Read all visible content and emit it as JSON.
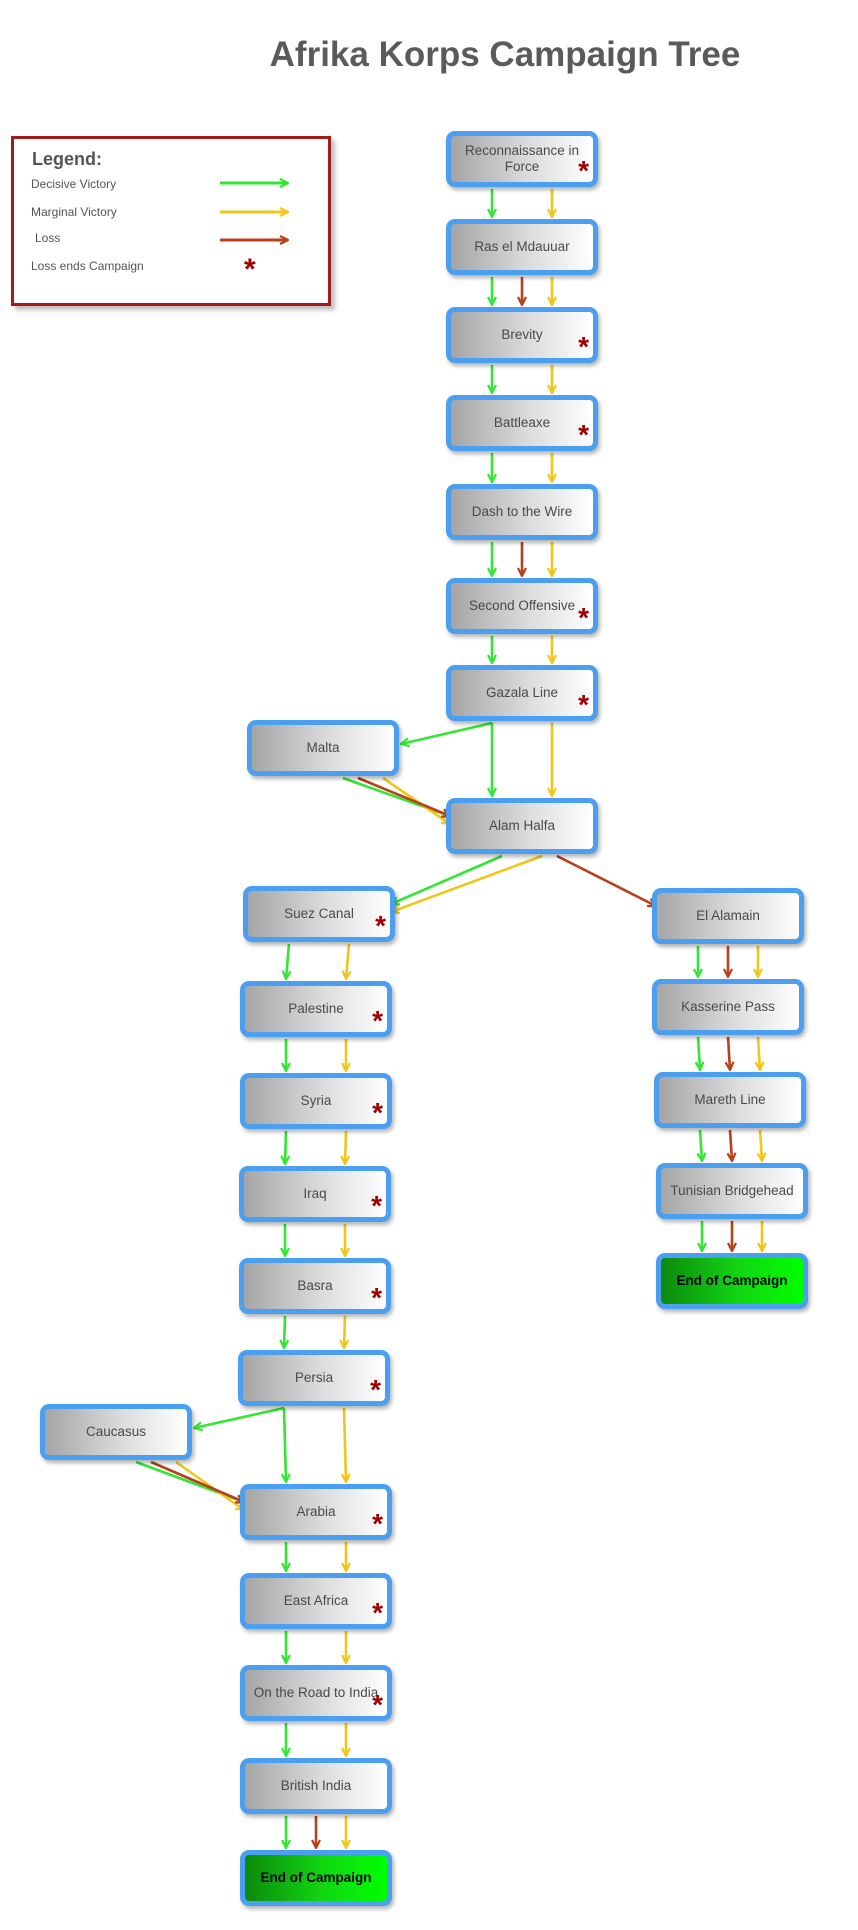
{
  "title": "Afrika Korps Campaign Tree",
  "legend": {
    "title": "Legend:",
    "decisive": "Decisive Victory",
    "marginal": "Marginal Victory",
    "loss": "Loss",
    "loss_ends": "Loss ends Campaign",
    "star": "*"
  },
  "colors": {
    "decisive": "#33e633",
    "marginal": "#f2c618",
    "loss": "#b8401a",
    "node_border": "#4a9ff0",
    "end_fill": "#00dd00",
    "star": "#a00000"
  },
  "nodes": {
    "recon": {
      "label": "Reconnaissance in Force",
      "star": "*"
    },
    "ras": {
      "label": "Ras el Mdauuar",
      "star": ""
    },
    "brevity": {
      "label": "Brevity",
      "star": "*"
    },
    "battleaxe": {
      "label": "Battleaxe",
      "star": "*"
    },
    "dash": {
      "label": "Dash to the Wire",
      "star": ""
    },
    "second": {
      "label": "Second Offensive",
      "star": "*"
    },
    "gazala": {
      "label": "Gazala Line",
      "star": "*"
    },
    "malta": {
      "label": "Malta",
      "star": ""
    },
    "alam": {
      "label": "Alam Halfa",
      "star": ""
    },
    "suez": {
      "label": "Suez Canal",
      "star": "*"
    },
    "elalamain": {
      "label": "El Alamain",
      "star": ""
    },
    "palestine": {
      "label": "Palestine",
      "star": "*"
    },
    "kasserine": {
      "label": "Kasserine Pass",
      "star": ""
    },
    "syria": {
      "label": "Syria",
      "star": "*"
    },
    "mareth": {
      "label": "Mareth Line",
      "star": ""
    },
    "iraq": {
      "label": "Iraq",
      "star": "*"
    },
    "tunisian": {
      "label": "Tunisian Bridgehead",
      "star": ""
    },
    "end1": {
      "label": "End of Campaign",
      "star": ""
    },
    "basra": {
      "label": "Basra",
      "star": "*"
    },
    "persia": {
      "label": "Persia",
      "star": "*"
    },
    "caucasus": {
      "label": "Caucasus",
      "star": ""
    },
    "arabia": {
      "label": "Arabia",
      "star": "*"
    },
    "eastafrica": {
      "label": "East Africa",
      "star": "*"
    },
    "road": {
      "label": "On the Road to India",
      "star": "*"
    },
    "british": {
      "label": "British India",
      "star": ""
    },
    "end2": {
      "label": "End of Campaign",
      "star": ""
    }
  },
  "edges": [
    {
      "from": "recon",
      "to": "ras",
      "type": "decisive"
    },
    {
      "from": "recon",
      "to": "ras",
      "type": "marginal"
    },
    {
      "from": "ras",
      "to": "brevity",
      "type": "decisive"
    },
    {
      "from": "ras",
      "to": "brevity",
      "type": "loss"
    },
    {
      "from": "ras",
      "to": "brevity",
      "type": "marginal"
    },
    {
      "from": "brevity",
      "to": "battleaxe",
      "type": "decisive"
    },
    {
      "from": "brevity",
      "to": "battleaxe",
      "type": "marginal"
    },
    {
      "from": "battleaxe",
      "to": "dash",
      "type": "decisive"
    },
    {
      "from": "battleaxe",
      "to": "dash",
      "type": "marginal"
    },
    {
      "from": "dash",
      "to": "second",
      "type": "decisive"
    },
    {
      "from": "dash",
      "to": "second",
      "type": "loss"
    },
    {
      "from": "dash",
      "to": "second",
      "type": "marginal"
    },
    {
      "from": "second",
      "to": "gazala",
      "type": "decisive"
    },
    {
      "from": "second",
      "to": "gazala",
      "type": "marginal"
    },
    {
      "from": "gazala",
      "to": "malta",
      "type": "decisive"
    },
    {
      "from": "gazala",
      "to": "alam",
      "type": "decisive"
    },
    {
      "from": "gazala",
      "to": "alam",
      "type": "marginal"
    },
    {
      "from": "malta",
      "to": "alam",
      "type": "decisive"
    },
    {
      "from": "malta",
      "to": "alam",
      "type": "marginal"
    },
    {
      "from": "malta",
      "to": "alam",
      "type": "loss"
    },
    {
      "from": "alam",
      "to": "suez",
      "type": "decisive"
    },
    {
      "from": "alam",
      "to": "suez",
      "type": "marginal"
    },
    {
      "from": "alam",
      "to": "elalamain",
      "type": "loss"
    },
    {
      "from": "suez",
      "to": "palestine",
      "type": "decisive"
    },
    {
      "from": "suez",
      "to": "palestine",
      "type": "marginal"
    },
    {
      "from": "palestine",
      "to": "syria",
      "type": "decisive"
    },
    {
      "from": "palestine",
      "to": "syria",
      "type": "marginal"
    },
    {
      "from": "syria",
      "to": "iraq",
      "type": "decisive"
    },
    {
      "from": "syria",
      "to": "iraq",
      "type": "marginal"
    },
    {
      "from": "iraq",
      "to": "basra",
      "type": "decisive"
    },
    {
      "from": "iraq",
      "to": "basra",
      "type": "marginal"
    },
    {
      "from": "basra",
      "to": "persia",
      "type": "decisive"
    },
    {
      "from": "basra",
      "to": "persia",
      "type": "marginal"
    },
    {
      "from": "persia",
      "to": "caucasus",
      "type": "decisive"
    },
    {
      "from": "persia",
      "to": "arabia",
      "type": "decisive"
    },
    {
      "from": "persia",
      "to": "arabia",
      "type": "marginal"
    },
    {
      "from": "caucasus",
      "to": "arabia",
      "type": "decisive"
    },
    {
      "from": "caucasus",
      "to": "arabia",
      "type": "marginal"
    },
    {
      "from": "caucasus",
      "to": "arabia",
      "type": "loss"
    },
    {
      "from": "arabia",
      "to": "eastafrica",
      "type": "decisive"
    },
    {
      "from": "arabia",
      "to": "eastafrica",
      "type": "marginal"
    },
    {
      "from": "eastafrica",
      "to": "road",
      "type": "decisive"
    },
    {
      "from": "eastafrica",
      "to": "road",
      "type": "marginal"
    },
    {
      "from": "road",
      "to": "british",
      "type": "decisive"
    },
    {
      "from": "road",
      "to": "british",
      "type": "marginal"
    },
    {
      "from": "british",
      "to": "end2",
      "type": "decisive"
    },
    {
      "from": "british",
      "to": "end2",
      "type": "loss"
    },
    {
      "from": "british",
      "to": "end2",
      "type": "marginal"
    },
    {
      "from": "elalamain",
      "to": "kasserine",
      "type": "decisive"
    },
    {
      "from": "elalamain",
      "to": "kasserine",
      "type": "loss"
    },
    {
      "from": "elalamain",
      "to": "kasserine",
      "type": "marginal"
    },
    {
      "from": "kasserine",
      "to": "mareth",
      "type": "decisive"
    },
    {
      "from": "kasserine",
      "to": "mareth",
      "type": "loss"
    },
    {
      "from": "kasserine",
      "to": "mareth",
      "type": "marginal"
    },
    {
      "from": "mareth",
      "to": "tunisian",
      "type": "decisive"
    },
    {
      "from": "mareth",
      "to": "tunisian",
      "type": "loss"
    },
    {
      "from": "mareth",
      "to": "tunisian",
      "type": "marginal"
    },
    {
      "from": "tunisian",
      "to": "end1",
      "type": "decisive"
    },
    {
      "from": "tunisian",
      "to": "end1",
      "type": "loss"
    },
    {
      "from": "tunisian",
      "to": "end1",
      "type": "marginal"
    }
  ]
}
